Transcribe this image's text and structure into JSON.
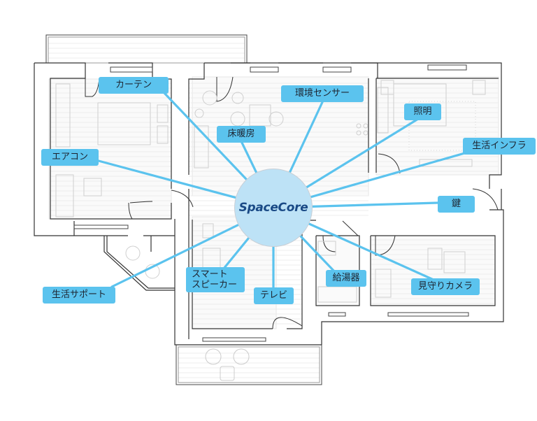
{
  "diagram": {
    "hub": {
      "label": "SpaceCore"
    },
    "colors": {
      "connector": "#5bc3ee",
      "label_bg": "#5bc3ee",
      "hub_fill": "#bde2f6",
      "hub_text": "#1a4a86",
      "wall": "#333333",
      "furniture": "#cccccc"
    },
    "devices": [
      {
        "id": "curtain",
        "label": "カーテン"
      },
      {
        "id": "env-sensor",
        "label": "環境センサー"
      },
      {
        "id": "floor-heating",
        "label": "床暖房"
      },
      {
        "id": "lighting",
        "label": "照明"
      },
      {
        "id": "aircon",
        "label": "エアコン"
      },
      {
        "id": "life-infra",
        "label": "生活インフラ"
      },
      {
        "id": "lock",
        "label": "鍵"
      },
      {
        "id": "smart-speaker",
        "label": "スマート\nスピーカー"
      },
      {
        "id": "tv",
        "label": "テレビ"
      },
      {
        "id": "water-heater",
        "label": "給湯器"
      },
      {
        "id": "watch-camera",
        "label": "見守りカメラ"
      },
      {
        "id": "life-support",
        "label": "生活サポート"
      }
    ]
  }
}
